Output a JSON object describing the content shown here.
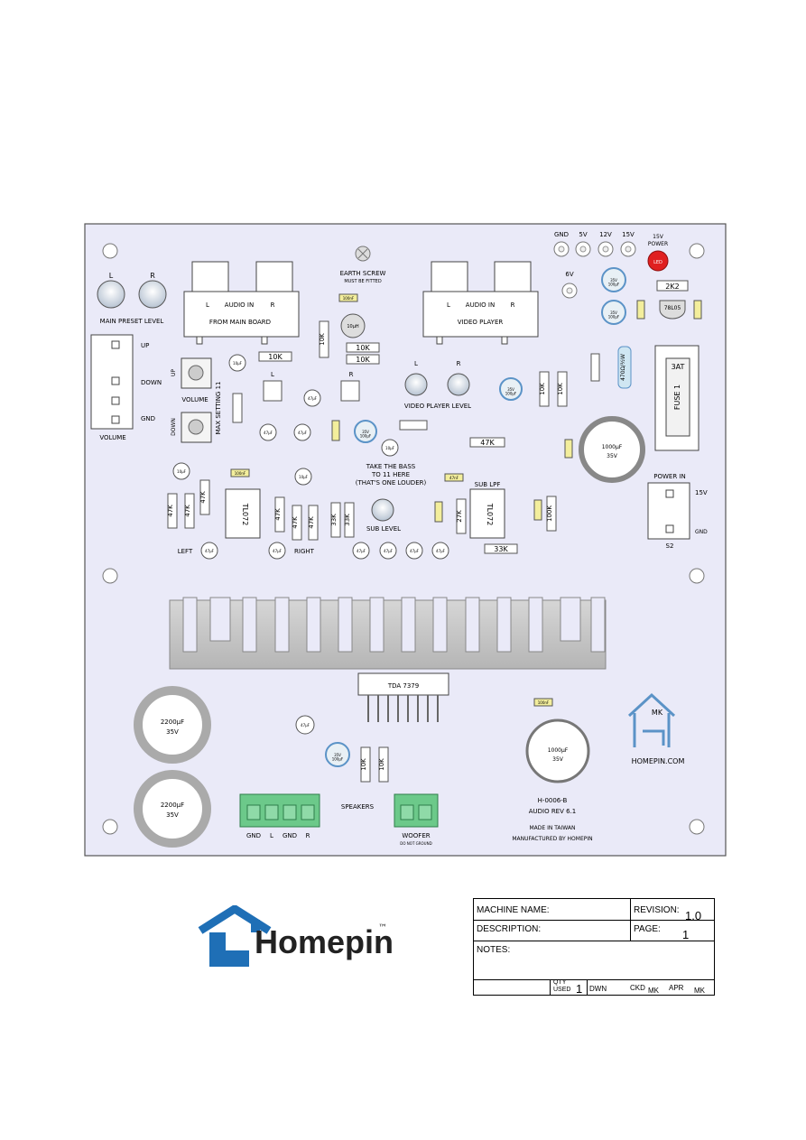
{
  "board": {
    "mount_labels": {
      "main_preset": "MAIN PRESET LEVEL",
      "earth_screw": "EARTH SCREW",
      "earth_screw_note": "MUST BE FITTED"
    },
    "pots": {
      "l": "L",
      "r": "R"
    },
    "inputs": {
      "main": {
        "l": "L",
        "audio_in": "AUDIO IN",
        "r": "R",
        "title": "FROM MAIN BOARD"
      },
      "video": {
        "l": "L",
        "audio_in": "AUDIO IN",
        "r": "R",
        "title": "VIDEO PLAYER"
      }
    },
    "volume_connector": {
      "up": "UP",
      "down": "DOWN",
      "gnd": "GND",
      "title": "VOLUME"
    },
    "buttons": {
      "up": "UP",
      "down": "DOWN",
      "volume": "VOLUME",
      "max_setting": "MAX SETTING 11"
    },
    "power_pads": {
      "gnd": "GND",
      "v5": "5V",
      "v12": "12V",
      "v15": "15V",
      "v6": "6V",
      "power": "15V",
      "power_sub": "POWER",
      "led": "LED"
    },
    "resistors": {
      "r10k_top": "10K",
      "r10k_a": "10K",
      "r10k_b": "10K",
      "r10k_left": "10K",
      "r10k_v": "10K",
      "r10k_c": "10K",
      "r10k_d": "10K",
      "r10k_e": "10K",
      "r10k_f": "10K",
      "r47k": "47K",
      "r47k_a": "47K",
      "r47k_b": "47K",
      "r47k_c": "47K",
      "r47k_d": "47K",
      "r47k_e": "47K",
      "r47k_f": "47K",
      "r33k_a": "33K",
      "r33k_b": "33K",
      "r33k_c": "33K",
      "r27k": "27K",
      "r100k": "100K",
      "r2k2": "2K2",
      "r470": "470Ω/½W"
    },
    "caps": {
      "c100nf": "100nF",
      "c10uh": "10µH",
      "c35v100": "35V\n100µF",
      "c10uf": "10µF",
      "c47uf": "47µF",
      "c47nf": "47nF",
      "c1000": "1000µF",
      "v35": "35V",
      "c2200": "2200µF"
    },
    "ics": {
      "l": "L",
      "r": "R",
      "tl072": "TL072",
      "reg": "78L05",
      "amp": "TDA 7379"
    },
    "fuse": {
      "rating": "3AT",
      "name": "FUSE 1"
    },
    "power_in": {
      "title": "POWER IN",
      "v15": "15V",
      "gnd": "GND",
      "ref": "S2"
    },
    "notes": {
      "bass_1": "TAKE THE BASS",
      "bass_2": "TO 11 HERE",
      "bass_3": "(THAT'S ONE LOUDER)",
      "sub_level": "SUB LEVEL",
      "sub_lpf": "SUB LPF",
      "video_level": "VIDEO PLAYER LEVEL",
      "left": "LEFT",
      "right": "RIGHT"
    },
    "outputs": {
      "gnd": "GND",
      "l": "L",
      "gnd2": "GND",
      "r": "R",
      "speakers": "SPEAKERS",
      "woofer": "WOOFER",
      "woofer_note": "DO NOT GROUND"
    },
    "brand": {
      "mk": "MK",
      "site": "HOMEPIN.COM",
      "part": "H-0006-B",
      "rev": "AUDIO REV 6.1",
      "made": "MADE IN TAIWAN",
      "mfg": "MANUFACTURED BY HOMEPIN"
    }
  },
  "logo": {
    "text": "Homepin",
    "tm": "™"
  },
  "title_block": {
    "machine_name": "MACHINE NAME:",
    "revision_label": "REVISION:",
    "revision_value": "1.0",
    "description": "DESCRIPTION:",
    "page_label": "PAGE:",
    "page_value": "1",
    "notes": "NOTES:",
    "qty_label_1": "QTY",
    "qty_label_2": "USED",
    "qty_value": "1",
    "dwn": "DWN",
    "ckd": "CKD",
    "ckd_value": "MK",
    "apr": "APR",
    "apr_value": "MK"
  },
  "colors": {
    "board": "#eaeaf8",
    "heatsink": "#c8c8c8",
    "accent": "#5b93c7",
    "led": "#e02020",
    "terminal": "#6cc98a",
    "cap_yellow": "#f3ee9c"
  }
}
